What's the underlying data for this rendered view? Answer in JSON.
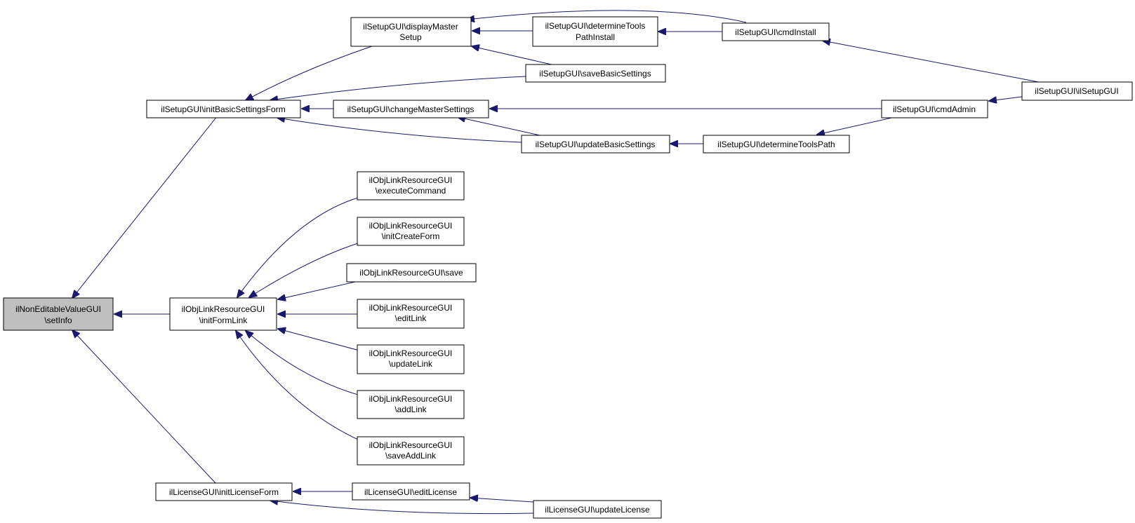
{
  "diagram": {
    "type": "caller-graph",
    "colors": {
      "edge": "#191970",
      "root_fill": "#bfbfbf",
      "node_fill": "#ffffff",
      "node_border": "#000000"
    },
    "nodes": {
      "root": [
        "ilNonEditableValueGUI",
        "\\setInfo"
      ],
      "initBasic": [
        "ilSetupGUI\\initBasicSettingsForm"
      ],
      "initFormLink": [
        "ilObjLinkResourceGUI",
        "\\initFormLink"
      ],
      "initLicense": [
        "ilLicenseGUI\\initLicenseForm"
      ],
      "displayMaster": [
        "ilSetupGUI\\displayMaster",
        "Setup"
      ],
      "saveBasic": [
        "ilSetupGUI\\saveBasicSettings"
      ],
      "changeMaster": [
        "ilSetupGUI\\changeMasterSettings"
      ],
      "updateBasic": [
        "ilSetupGUI\\updateBasicSettings"
      ],
      "determinePathInstall": [
        "ilSetupGUI\\determineTools",
        "PathInstall"
      ],
      "cmdInstall": [
        "ilSetupGUI\\cmdInstall"
      ],
      "ilSetupGUI": [
        "ilSetupGUI\\ilSetupGUI"
      ],
      "cmdAdmin": [
        "ilSetupGUI\\cmdAdmin"
      ],
      "determinePath": [
        "ilSetupGUI\\determineToolsPath"
      ],
      "executeCommand": [
        "ilObjLinkResourceGUI",
        "\\executeCommand"
      ],
      "initCreateForm": [
        "ilObjLinkResourceGUI",
        "\\initCreateForm"
      ],
      "save": [
        "ilObjLinkResourceGUI\\save"
      ],
      "editLink": [
        "ilObjLinkResourceGUI",
        "\\editLink"
      ],
      "updateLink": [
        "ilObjLinkResourceGUI",
        "\\updateLink"
      ],
      "addLink": [
        "ilObjLinkResourceGUI",
        "\\addLink"
      ],
      "saveAddLink": [
        "ilObjLinkResourceGUI",
        "\\saveAddLink"
      ],
      "editLicense": [
        "ilLicenseGUI\\editLicense"
      ],
      "updateLicense": [
        "ilLicenseGUI\\updateLicense"
      ]
    },
    "edges": [
      [
        "initBasic",
        "root"
      ],
      [
        "initFormLink",
        "root"
      ],
      [
        "initLicense",
        "root"
      ],
      [
        "displayMaster",
        "initBasic"
      ],
      [
        "saveBasic",
        "initBasic"
      ],
      [
        "changeMaster",
        "initBasic"
      ],
      [
        "updateBasic",
        "initBasic"
      ],
      [
        "determinePathInstall",
        "displayMaster"
      ],
      [
        "cmdInstall",
        "displayMaster"
      ],
      [
        "saveBasic",
        "displayMaster"
      ],
      [
        "cmdInstall",
        "determinePathInstall"
      ],
      [
        "ilSetupGUI",
        "cmdInstall"
      ],
      [
        "cmdAdmin",
        "changeMaster"
      ],
      [
        "updateBasic",
        "changeMaster"
      ],
      [
        "determinePath",
        "updateBasic"
      ],
      [
        "cmdAdmin",
        "determinePath"
      ],
      [
        "ilSetupGUI",
        "cmdAdmin"
      ],
      [
        "executeCommand",
        "initFormLink"
      ],
      [
        "initCreateForm",
        "initFormLink"
      ],
      [
        "save",
        "initFormLink"
      ],
      [
        "editLink",
        "initFormLink"
      ],
      [
        "updateLink",
        "initFormLink"
      ],
      [
        "addLink",
        "initFormLink"
      ],
      [
        "saveAddLink",
        "initFormLink"
      ],
      [
        "editLicense",
        "initLicense"
      ],
      [
        "updateLicense",
        "initLicense"
      ],
      [
        "updateLicense",
        "editLicense"
      ]
    ]
  }
}
